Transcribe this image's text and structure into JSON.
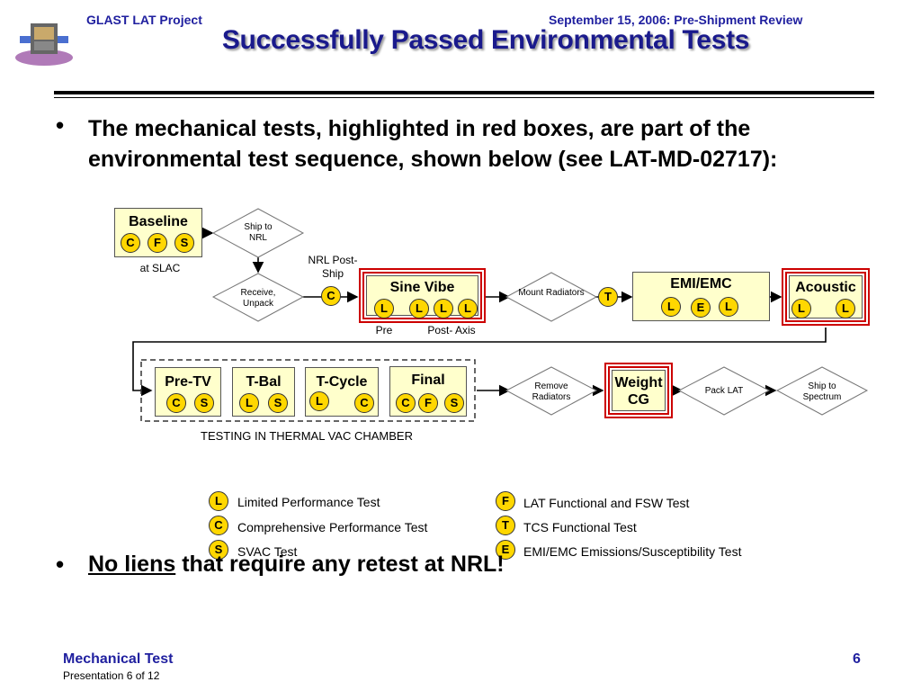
{
  "header": {
    "left": "GLAST LAT Project",
    "right": "September 15, 2006: Pre-Shipment Review"
  },
  "title": "Successfully Passed Environmental Tests",
  "bullets": {
    "bullet1": "The mechanical tests, highlighted in red boxes, are part of the environmental test sequence, shown below (see LAT-MD-02717):",
    "bullet2_underlined": "No liens",
    "bullet2_rest": " that require any retest at NRL!"
  },
  "diagram": {
    "baseline": {
      "label": "Baseline",
      "tags": [
        "C",
        "F",
        "S"
      ],
      "note": "at SLAC"
    },
    "ship_nrl": "Ship to NRL",
    "receive": "Receive, Unpack",
    "nrl_post_ship": {
      "label": "NRL Post-Ship",
      "tag": "C"
    },
    "sine_vibe": {
      "label": "Sine Vibe",
      "tags": [
        "L",
        "L",
        "L",
        "L"
      ],
      "pre": "Pre",
      "post": "Post- Axis"
    },
    "mount_radiators": "Mount Radiators",
    "tcs_tag": "T",
    "emi": {
      "label": "EMI/EMC",
      "tags": [
        "L",
        "E",
        "L"
      ]
    },
    "acoustic": {
      "label": "Acoustic",
      "tags": [
        "L",
        "L"
      ]
    },
    "pre_tv": {
      "label": "Pre-TV",
      "tags": [
        "C",
        "S"
      ]
    },
    "t_bal": {
      "label": "T-Bal",
      "tags": [
        "L",
        "S"
      ]
    },
    "t_cycle": {
      "label": "T-Cycle",
      "tags": [
        "L",
        "C"
      ]
    },
    "final": {
      "label": "Final",
      "tags": [
        "C",
        "F",
        "S"
      ]
    },
    "chamber_label": "TESTING IN THERMAL VAC CHAMBER",
    "remove_radiators": "Remove Radiators",
    "weight_cg": {
      "line1": "Weight",
      "line2": "CG"
    },
    "pack_lat": "Pack LAT",
    "ship_spectrum": "Ship to Spectrum"
  },
  "legend": [
    {
      "tag": "L",
      "text": "Limited Performance Test"
    },
    {
      "tag": "C",
      "text": "Comprehensive Performance Test"
    },
    {
      "tag": "S",
      "text": "SVAC Test"
    },
    {
      "tag": "F",
      "text": "LAT Functional and FSW Test"
    },
    {
      "tag": "T",
      "text": "TCS Functional Test"
    },
    {
      "tag": "E",
      "text": "EMI/EMC Emissions/Susceptibility Test"
    }
  ],
  "footer": {
    "title": "Mechanical Test",
    "sub": "Presentation 6 of 12",
    "page": "6"
  },
  "colors": {
    "header_blue": "#1f1f9f",
    "highlight_red": "#cc0000",
    "tag_gold": "#ffd700",
    "box_fill": "#ffffcc"
  }
}
